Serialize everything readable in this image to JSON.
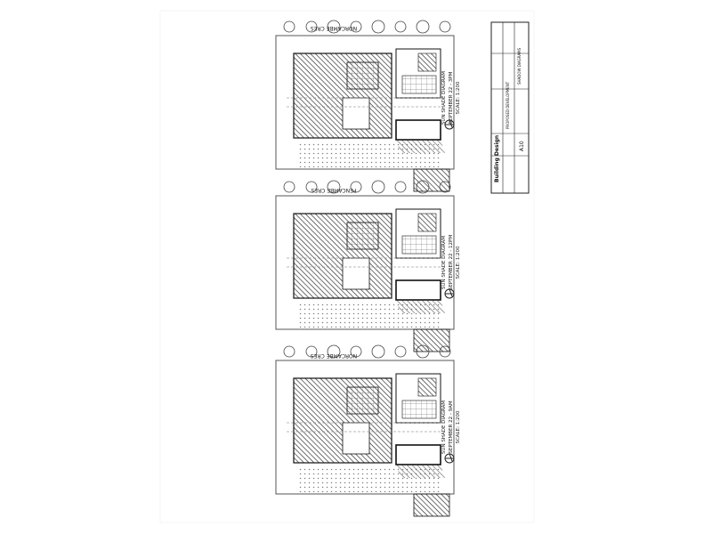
{
  "sheet": {
    "street_label_top": "NORCAMBE CRES",
    "street_label_mid": "PENCAMBE CRES",
    "street_label_bottom": "NORCAMBE CRES"
  },
  "diagrams": [
    {
      "id": "top",
      "caption_line1": "SUN SHADE DIAGRAM",
      "caption_line2": "SEPTEMBER 22 - 3PM",
      "caption_line3": "SCALE: 1:200"
    },
    {
      "id": "middle",
      "caption_line1": "SUN SHADE DIAGRAM",
      "caption_line2": "SEPTEMBER 22 - 12PM",
      "caption_line3": "SCALE: 1:200"
    },
    {
      "id": "bottom",
      "caption_line1": "SUN SHADE DIAGRAM",
      "caption_line2": "SEPTEMBER 22 - 9AM",
      "caption_line3": "SCALE: 1:200"
    }
  ],
  "title_block": {
    "firm": "Building Design",
    "project": "PROPOSED DEVELOPMENT",
    "drawing": "SHADOW DIAGRAMS",
    "sheet_no": "A10"
  }
}
